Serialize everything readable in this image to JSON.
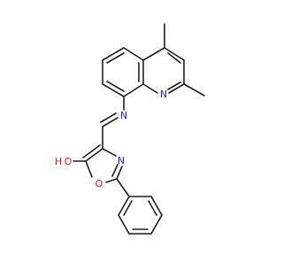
{
  "molecule": {
    "atoms": {
      "N_quinoline": {
        "symbol": "N",
        "color": "#2020e0"
      },
      "N_imine": {
        "symbol": "N",
        "color": "#2020e0"
      },
      "N_oxazole": {
        "symbol": "N",
        "color": "#2020e0"
      },
      "O_hydroxyl": {
        "symbol": "O",
        "color": "#e02020"
      },
      "H_hydroxyl": {
        "symbol": "H",
        "color": "#e02020"
      },
      "O_ring": {
        "symbol": "O",
        "color": "#e02020"
      }
    },
    "bond_color": "#1e1e1e"
  }
}
